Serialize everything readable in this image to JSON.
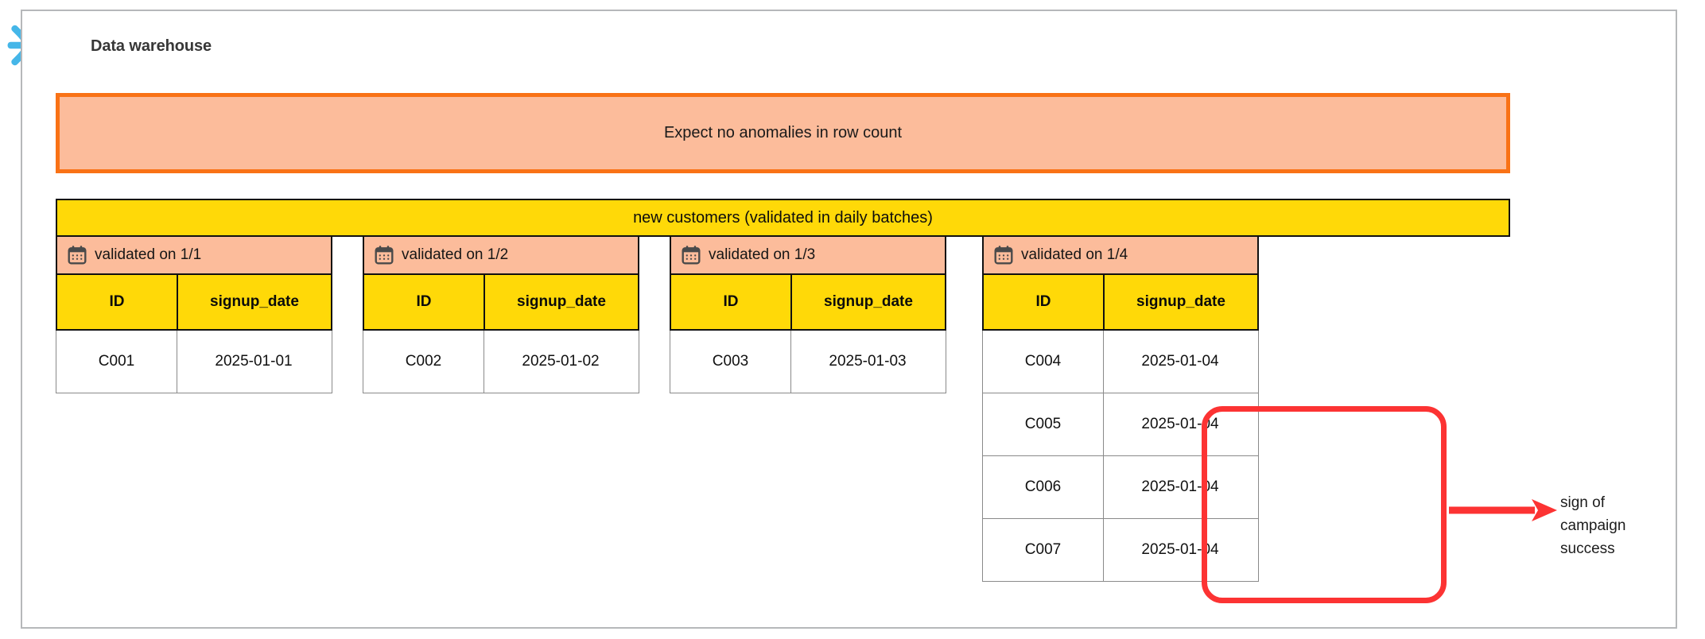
{
  "diagram": {
    "system_label": "Data warehouse",
    "system_icon": "snowflake-logo",
    "brand_color": "#45b6e8",
    "banner": {
      "text": "Expect no anomalies in row count",
      "fill": "#fcbc9b",
      "border": "#f97216"
    },
    "table": {
      "title": "new customers (validated in daily batches)",
      "title_fill": "#ffd908",
      "columns": [
        "ID",
        "signup_date"
      ],
      "groups": [
        {
          "header": "validated on 1/1",
          "header_icon": "calendar-icon",
          "rows": [
            {
              "id": "C001",
              "signup_date": "2025-01-01"
            }
          ]
        },
        {
          "header": "validated on 1/2",
          "header_icon": "calendar-icon",
          "rows": [
            {
              "id": "C002",
              "signup_date": "2025-01-02"
            }
          ]
        },
        {
          "header": "validated on 1/3",
          "header_icon": "calendar-icon",
          "rows": [
            {
              "id": "C003",
              "signup_date": "2025-01-03"
            }
          ]
        },
        {
          "header": "validated on 1/4",
          "header_icon": "calendar-icon",
          "rows": [
            {
              "id": "C004",
              "signup_date": "2025-01-04"
            },
            {
              "id": "C005",
              "signup_date": "2025-01-04"
            },
            {
              "id": "C006",
              "signup_date": "2025-01-04"
            },
            {
              "id": "C007",
              "signup_date": "2025-01-04"
            }
          ]
        }
      ]
    },
    "annotation": {
      "text": "sign of campaign success",
      "line1": "sign of",
      "line2": "campaign",
      "line3": "success",
      "color": "#fc3333",
      "highlight_rows": [
        "C005",
        "C006",
        "C007"
      ]
    }
  }
}
